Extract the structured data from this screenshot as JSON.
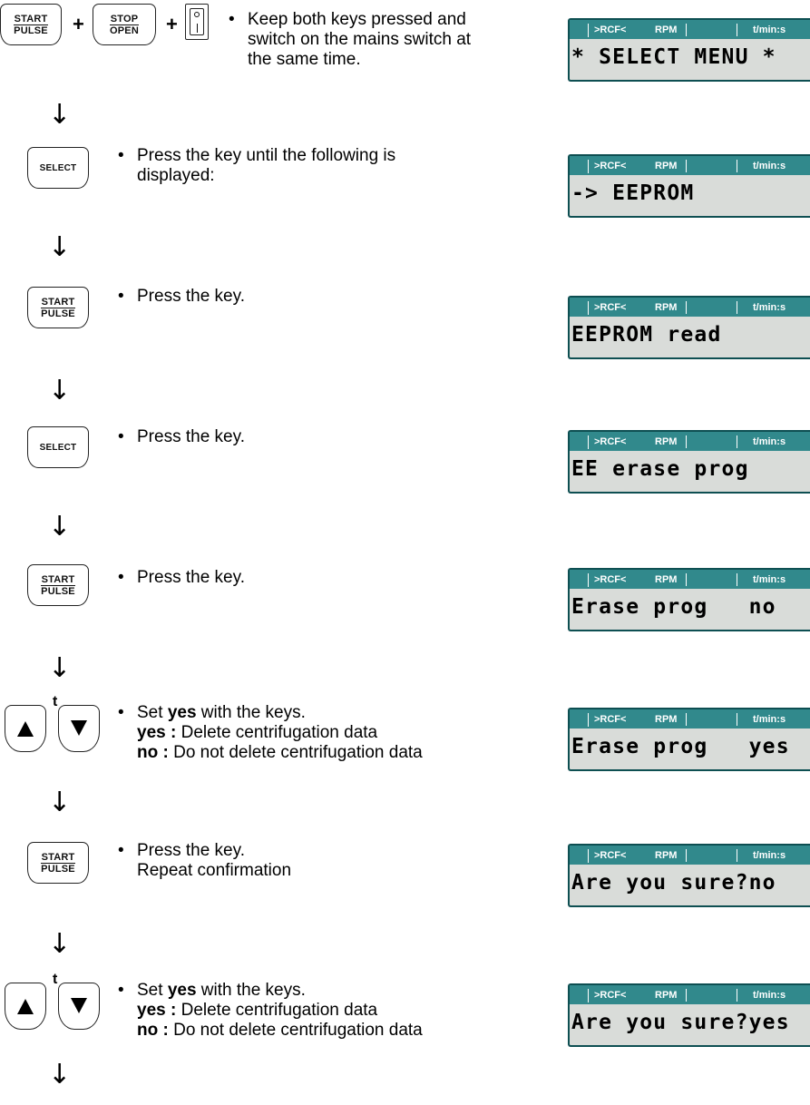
{
  "keys": {
    "start_top": "START",
    "start_bot": "PULSE",
    "stop_top": "STOP",
    "stop_bot": "OPEN",
    "select": "SELECT",
    "plus": "+",
    "arrow_key_marker": "t"
  },
  "lcd_header": {
    "rcf": ">RCF<",
    "rpm": "RPM",
    "time": "t/min:s"
  },
  "steps": [
    {
      "lines": [
        "Keep both keys pressed and",
        "switch on the mains switch at",
        "the same time."
      ],
      "display": "* SELECT MENU *"
    },
    {
      "lines": [
        "Press the key until the following is",
        "displayed:"
      ],
      "display": "-> EEPROM"
    },
    {
      "lines": [
        "Press the key."
      ],
      "display": "EEPROM read"
    },
    {
      "lines": [
        "Press the key."
      ],
      "display": "EE erase prog"
    },
    {
      "lines": [
        "Press the key."
      ],
      "display": "Erase prog   no"
    },
    {
      "set_pre": "Set ",
      "set_bold": "yes",
      "set_post": " with the keys.",
      "yes_label": "yes :",
      "yes_text": " Delete centrifugation data",
      "no_label": "no :",
      "no_text": " Do not delete centrifugation data",
      "display": "Erase prog   yes"
    },
    {
      "lines": [
        "Press the key.",
        "Repeat confirmation"
      ],
      "display": "Are you sure?no"
    },
    {
      "set_pre": "Set ",
      "set_bold": "yes",
      "set_post": " with the keys.",
      "yes_label": "yes :",
      "yes_text": " Delete centrifugation data",
      "no_label": "no :",
      "no_text": " Do not delete centrifugation data",
      "display": "Are you sure?yes"
    }
  ],
  "bullet": "•",
  "down_arrow": "↓",
  "colors": {
    "lcd_header": "#31898c",
    "lcd_border": "#0e4f52",
    "lcd_bg": "#d9dcd9"
  }
}
